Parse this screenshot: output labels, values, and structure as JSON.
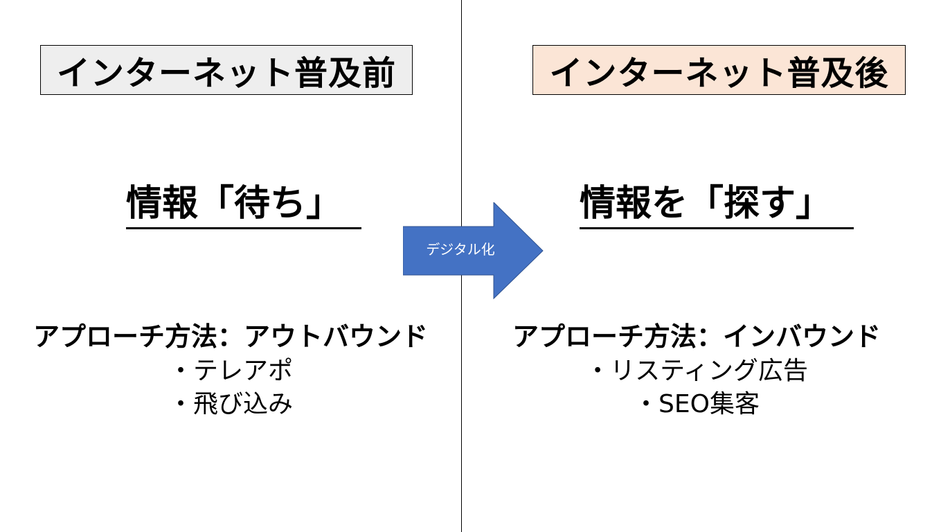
{
  "before": {
    "title": "インターネット普及前",
    "concept": "情報「待ち」",
    "approach": "アプローチ方法：アウトバウンド",
    "items": [
      "・テレアポ",
      "・飛び込み"
    ]
  },
  "after": {
    "title": "インターネット普及後",
    "concept": "情報を「探す」",
    "approach": "アプローチ方法：インバウンド",
    "items": [
      "・リスティング広告",
      "・SEO集客"
    ]
  },
  "transition": {
    "label": "デジタル化"
  },
  "colors": {
    "before_box": "#eeeeee",
    "after_box": "#fbe5d6",
    "arrow_fill": "#4472c4",
    "arrow_stroke": "#2f528f"
  }
}
